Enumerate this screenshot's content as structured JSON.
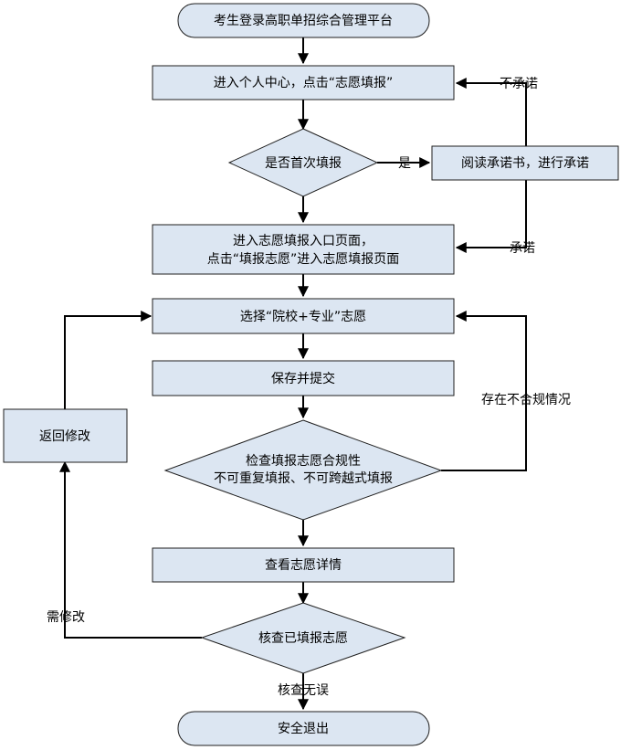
{
  "nodes": {
    "login": "考生登录高职单招综合管理平台",
    "personal_center": "进入个人中心，点击“志愿填报”",
    "first_time": "是否首次填报",
    "read_commitment": "阅读承诺书，进行承诺",
    "entry_line1": "进入志愿填报入口页面，",
    "entry_line2": "点击“填报志愿”进入志愿填报页面",
    "select_choice": "选择“院校+专业”志愿",
    "save_submit": "保存并提交",
    "check_line1": "检查填报志愿合规性",
    "check_line2": "不可重复填报、不可跨越式填报",
    "return_modify": "返回修改",
    "view_details": "查看志愿详情",
    "verify_filled": "核查已填报志愿",
    "safe_exit": "安全退出"
  },
  "edge_labels": {
    "not_commit": "不承诺",
    "yes": "是",
    "commit": "承诺",
    "non_compliant": "存在不合规情况",
    "needs_modify": "需修改",
    "verified_ok": "核查无误"
  }
}
